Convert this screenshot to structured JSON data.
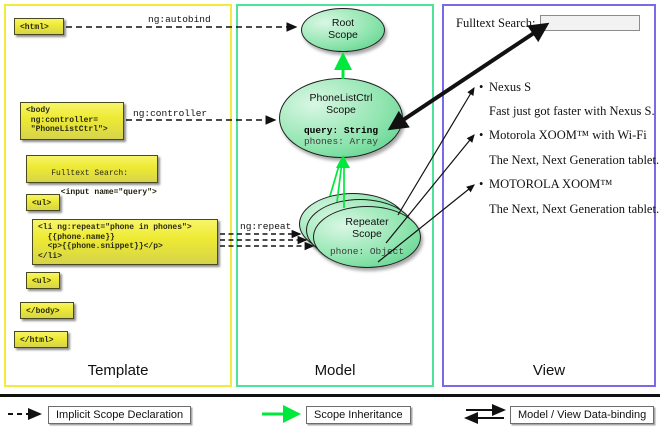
{
  "columns": [
    {
      "key": "template",
      "label": "Template",
      "border_color": "#f2ea3c"
    },
    {
      "key": "model",
      "label": "Model",
      "border_color": "#4ee39b"
    },
    {
      "key": "view",
      "label": "View",
      "border_color": "#7a6ae8"
    }
  ],
  "template": {
    "boxes": [
      {
        "name": "html-open-box",
        "text": "<html>"
      },
      {
        "name": "body-controller-box",
        "text": "<body\n ng:controller=\n \"PhoneListCtrl\">"
      },
      {
        "name": "fulltext-search-box",
        "line1": "Fulltext Search:",
        "line2": "  <input name=\"query\">"
      },
      {
        "name": "ul-open-box",
        "text": "<ul>"
      },
      {
        "name": "li-repeat-box",
        "text": "<li ng:repeat=\"phone in phones\">\n  {{phone.name}}\n  <p>{{phone.snippet}}</p>\n</li>"
      },
      {
        "name": "ul-close-box",
        "text": "<ul>"
      },
      {
        "name": "body-close-box",
        "text": "</body>"
      },
      {
        "name": "html-close-box",
        "text": "</html>"
      }
    ]
  },
  "model": {
    "scopes": [
      {
        "name": "root-scope",
        "title_line1": "Root",
        "title_line2": "Scope",
        "props": []
      },
      {
        "name": "phonelistctrl-scope",
        "title_line1": "PhoneListCtrl",
        "title_line2": "Scope",
        "props": [
          {
            "text": "query: String",
            "emphasis": true
          },
          {
            "text": "phones: Array",
            "emphasis": false
          }
        ]
      },
      {
        "name": "repeater-scope",
        "title_line1": "Repeater",
        "title_line2": "Scope",
        "props": [
          {
            "text": "phone: Object",
            "emphasis": false
          }
        ]
      }
    ]
  },
  "view": {
    "search_label": "Fulltext Search:",
    "search_value": "",
    "search_placeholder": "",
    "items": [
      {
        "name": "Nexus S",
        "snippet": "Fast just got faster with Nexus S."
      },
      {
        "name": "Motorola XOOM™  with Wi-Fi",
        "snippet": "The Next, Next Generation tablet."
      },
      {
        "name": "MOTOROLA XOOM™",
        "snippet": "The Next, Next Generation tablet."
      }
    ]
  },
  "connector_labels": {
    "autobind": "ng:autobind",
    "controller": "ng:controller",
    "repeat": "ng:repeat"
  },
  "legend": {
    "items": [
      {
        "name": "implicit-scope-declaration",
        "label": "Implicit Scope Declaration",
        "style": "dashed-black-arrow"
      },
      {
        "name": "scope-inheritance",
        "label": "Scope Inheritance",
        "style": "solid-green-arrow"
      },
      {
        "name": "model-view-data-binding",
        "label": "Model / View Data-binding",
        "style": "double-black-arrow"
      }
    ]
  },
  "colors": {
    "template_border": "#f2ea3c",
    "model_border": "#4ee39b",
    "view_border": "#7a6ae8",
    "code_box_fill": "#eeea33",
    "scope_fill": "#8ee4ae",
    "inheritance_arrow": "#00e83c",
    "connector": "#111111"
  }
}
